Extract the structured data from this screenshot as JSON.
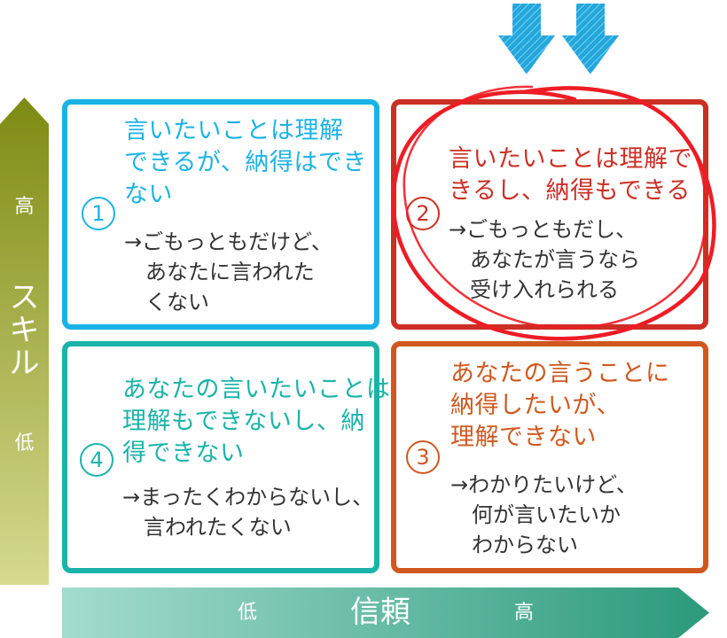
{
  "colors": {
    "blue": "#1bb3e6",
    "red": "#cc2f24",
    "teal": "#1ab3aa",
    "orange": "#d0581e",
    "circle": "#ee1c25",
    "arrow": "#23a7dd",
    "yaxis_top": "#7e8b12",
    "yaxis_bottom": "#d5da8f",
    "xaxis_left": "#a3dccf",
    "xaxis_right": "#2b9a7b"
  },
  "y_axis": {
    "label": "スキル",
    "high": "高",
    "low": "低"
  },
  "x_axis": {
    "label": "信頼",
    "low": "低",
    "high": "高"
  },
  "quadrants": {
    "q1": {
      "number": "1",
      "title": "言いたいことは理解\nできるが、納得はでき\nない",
      "sub": "→ごもっともだけど、\n　あなたに言われた\n　くない"
    },
    "q2": {
      "number": "2",
      "title": "言いたいことは理解で\nきるし、納得もできる",
      "sub": "→ごもっともだし、\n　あなたが言うなら\n　受け入れられる"
    },
    "q3": {
      "number": "3",
      "title": "あなたの言うことに\n納得したいが、\n理解できない",
      "sub": "→わかりたいけど、\n　何が言いたいか\n　わからない"
    },
    "q4": {
      "number": "4",
      "title": "あなたの言いたいことは\n理解もできないし、納\n得できない",
      "sub": "→まったくわからないし、\n　言われたくない"
    }
  }
}
